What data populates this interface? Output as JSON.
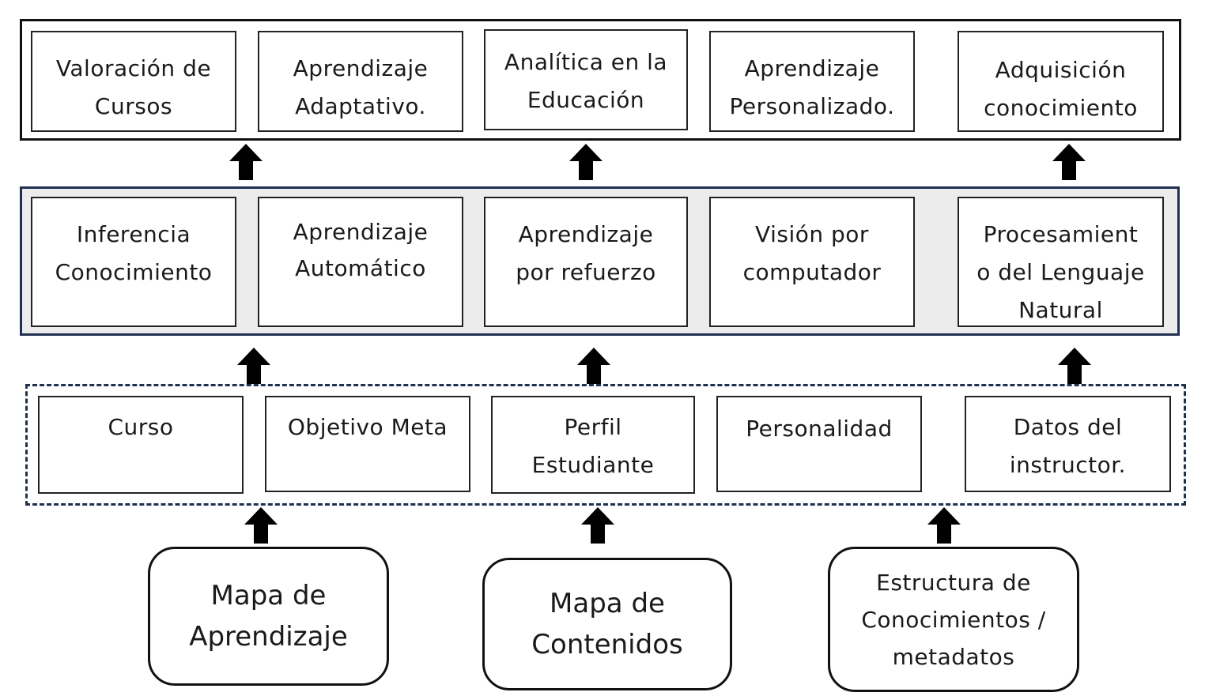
{
  "top_layer": {
    "boxes": [
      {
        "label": "Valoración de\nCursos"
      },
      {
        "label": "Aprendizaje\nAdaptativo."
      },
      {
        "label": "Analítica en la\nEducación"
      },
      {
        "label": "Aprendizaje\nPersonalizado."
      },
      {
        "label": "Adquisición\nconocimiento"
      }
    ]
  },
  "middle_layer": {
    "boxes": [
      {
        "label": "Inferencia\nConocimiento"
      },
      {
        "label": "Aprendizaje\nAutomático"
      },
      {
        "label": "Aprendizaje\npor refuerzo"
      },
      {
        "label": "Visión por\ncomputador"
      },
      {
        "label": "Procesamient\no del Lenguaje\nNatural"
      }
    ]
  },
  "bottom_layer": {
    "boxes": [
      {
        "label": "Curso"
      },
      {
        "label": "Objetivo Meta"
      },
      {
        "label": "Perfil\nEstudiante"
      },
      {
        "label": "Personalidad"
      },
      {
        "label": "Datos del\ninstructor."
      }
    ]
  },
  "sources": [
    {
      "label": "Mapa de\nAprendizaje"
    },
    {
      "label": "Mapa de\nContenidos"
    },
    {
      "label": "Estructura de\nConocimientos /\nmetadatos"
    }
  ],
  "colors": {
    "layer_top_border": "#111111",
    "layer_mid_border": "#1f3050",
    "layer_mid_fill": "#ececec",
    "layer_bottom_border": "#1f3050",
    "arrow": "#000000"
  }
}
